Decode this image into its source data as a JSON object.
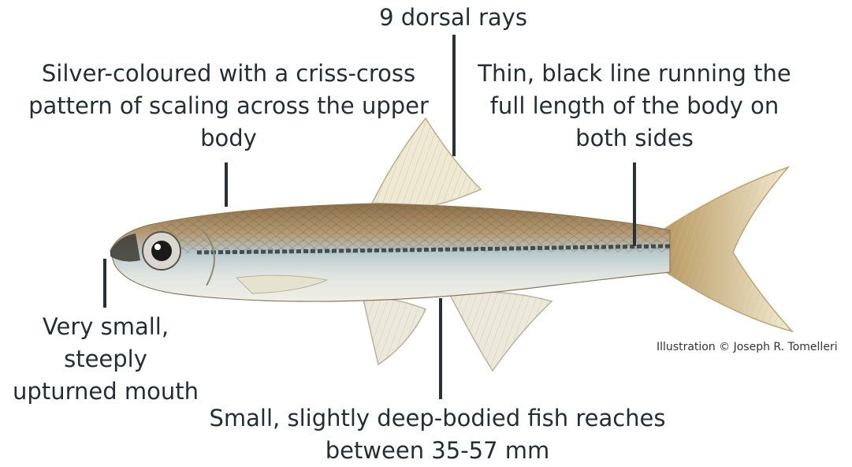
{
  "labels": {
    "dorsal": "9 dorsal rays",
    "scaling": "Silver-coloured with a criss-cross\npattern of scaling across the upper\nbody",
    "line": "Thin, black line running the\nfull length of the body on\nboth sides",
    "mouth": "Very small, steeply\nupturned mouth",
    "size": "Small, slightly deep-bodied fish reaches\nbetween 35-57 mm"
  },
  "credit": "Illustration © Joseph R. Tomelleri",
  "colors": {
    "leader": "#263238",
    "body_upper": "#a7865c",
    "body_mid": "#b9c9cf",
    "belly": "#eef0ea",
    "fin": "#efe9cf",
    "lateral_stripe": "#2e3b3d"
  }
}
